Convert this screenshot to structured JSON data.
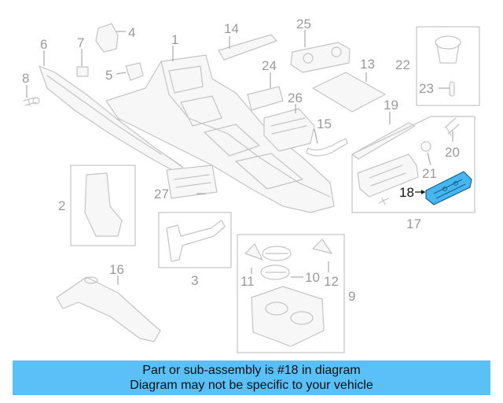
{
  "colors": {
    "highlight_part": "#45b6f2",
    "banner_background": "#5bc0f8",
    "muted_part_outline": "#c4c4c4",
    "muted_label": "#9a9a9a",
    "highlight_label": "#111111"
  },
  "callouts": {
    "c1": "1",
    "c2": "2",
    "c3": "3",
    "c4": "4",
    "c5": "5",
    "c6": "6",
    "c7": "7",
    "c8": "8",
    "c9": "9",
    "c10": "10",
    "c11": "11",
    "c12": "12",
    "c13": "13",
    "c14": "14",
    "c15": "15",
    "c16": "16",
    "c17": "17",
    "c18": "18",
    "c19": "19",
    "c20": "20",
    "c21": "21",
    "c22": "22",
    "c23": "23",
    "c24": "24",
    "c25": "25",
    "c26": "26",
    "c27": "27"
  },
  "highlighted_part": "18",
  "banner": {
    "line1": "Part or sub-assembly is #18 in diagram",
    "line2": "Diagram may not be specific to your vehicle"
  }
}
